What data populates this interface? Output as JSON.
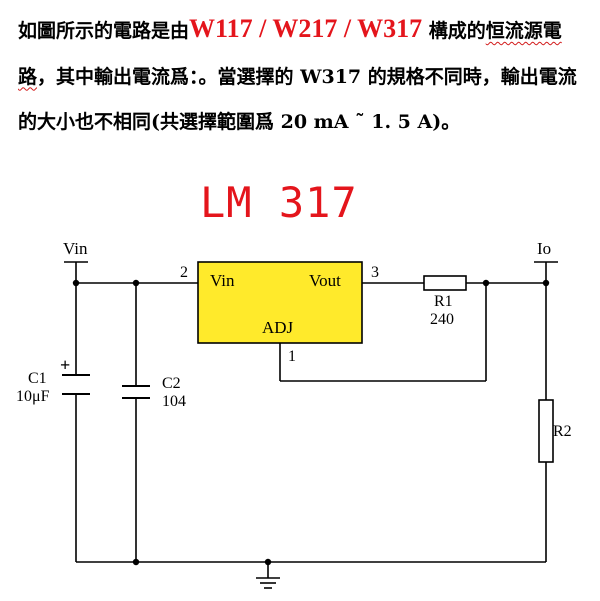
{
  "description": {
    "part1": "如圖所示的電路是由",
    "highlight_models": "W117 / W217 / W317",
    "part2": " 構成的",
    "part3": "恒流源電路",
    "part4": "，其中輸出電流爲：。當選擇的 W317 的規格不同時，輸出電流的大小也不相同(共選擇範圍爲 20 mA ˜ 1. 5 A)。"
  },
  "chip": {
    "title": "LM 317",
    "color": "#FFEA2B",
    "pins": {
      "vin_label": "Vin",
      "vout_label": "Vout",
      "adj_label": "ADJ",
      "pin_in": "2",
      "pin_out": "3",
      "pin_adj": "1"
    }
  },
  "terminals": {
    "input": "Vin",
    "output": "Io"
  },
  "components": {
    "c1_name": "C1",
    "c1_value": "10μF",
    "c1_polarity": "+",
    "c2_name": "C2",
    "c2_value": "104",
    "r1_name": "R1",
    "r1_value": "240",
    "r2_name": "R2"
  },
  "icons": {
    "ground": "ground-icon"
  },
  "colors": {
    "highlight": "#E4151C",
    "wire": "#000000"
  }
}
